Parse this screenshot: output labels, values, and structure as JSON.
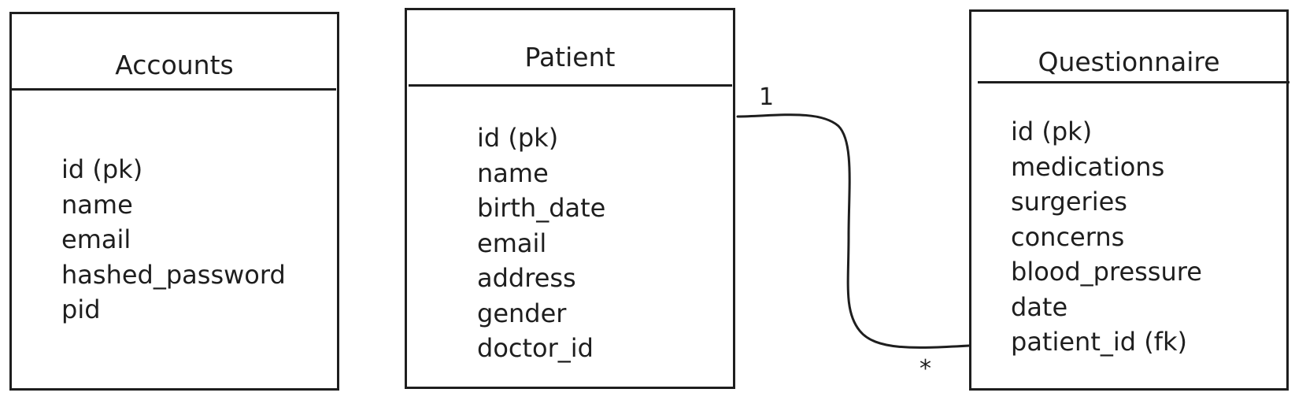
{
  "entities": {
    "accounts": {
      "title": "Accounts",
      "fields": [
        "id (pk)",
        "name",
        "email",
        "hashed_password",
        "pid"
      ]
    },
    "patient": {
      "title": "Patient",
      "fields": [
        "id (pk)",
        "name",
        "birth_date",
        "email",
        "address",
        "gender",
        "doctor_id"
      ]
    },
    "questionnaire": {
      "title": "Questionnaire",
      "fields": [
        "id (pk)",
        "medications",
        "surgeries",
        "concerns",
        "blood_pressure",
        "date",
        "patient_id (fk)"
      ]
    }
  },
  "relationship": {
    "from_multiplicity": "1",
    "to_multiplicity": "*"
  },
  "colors": {
    "stroke": "#1e1e1e",
    "background": "#ffffff"
  }
}
